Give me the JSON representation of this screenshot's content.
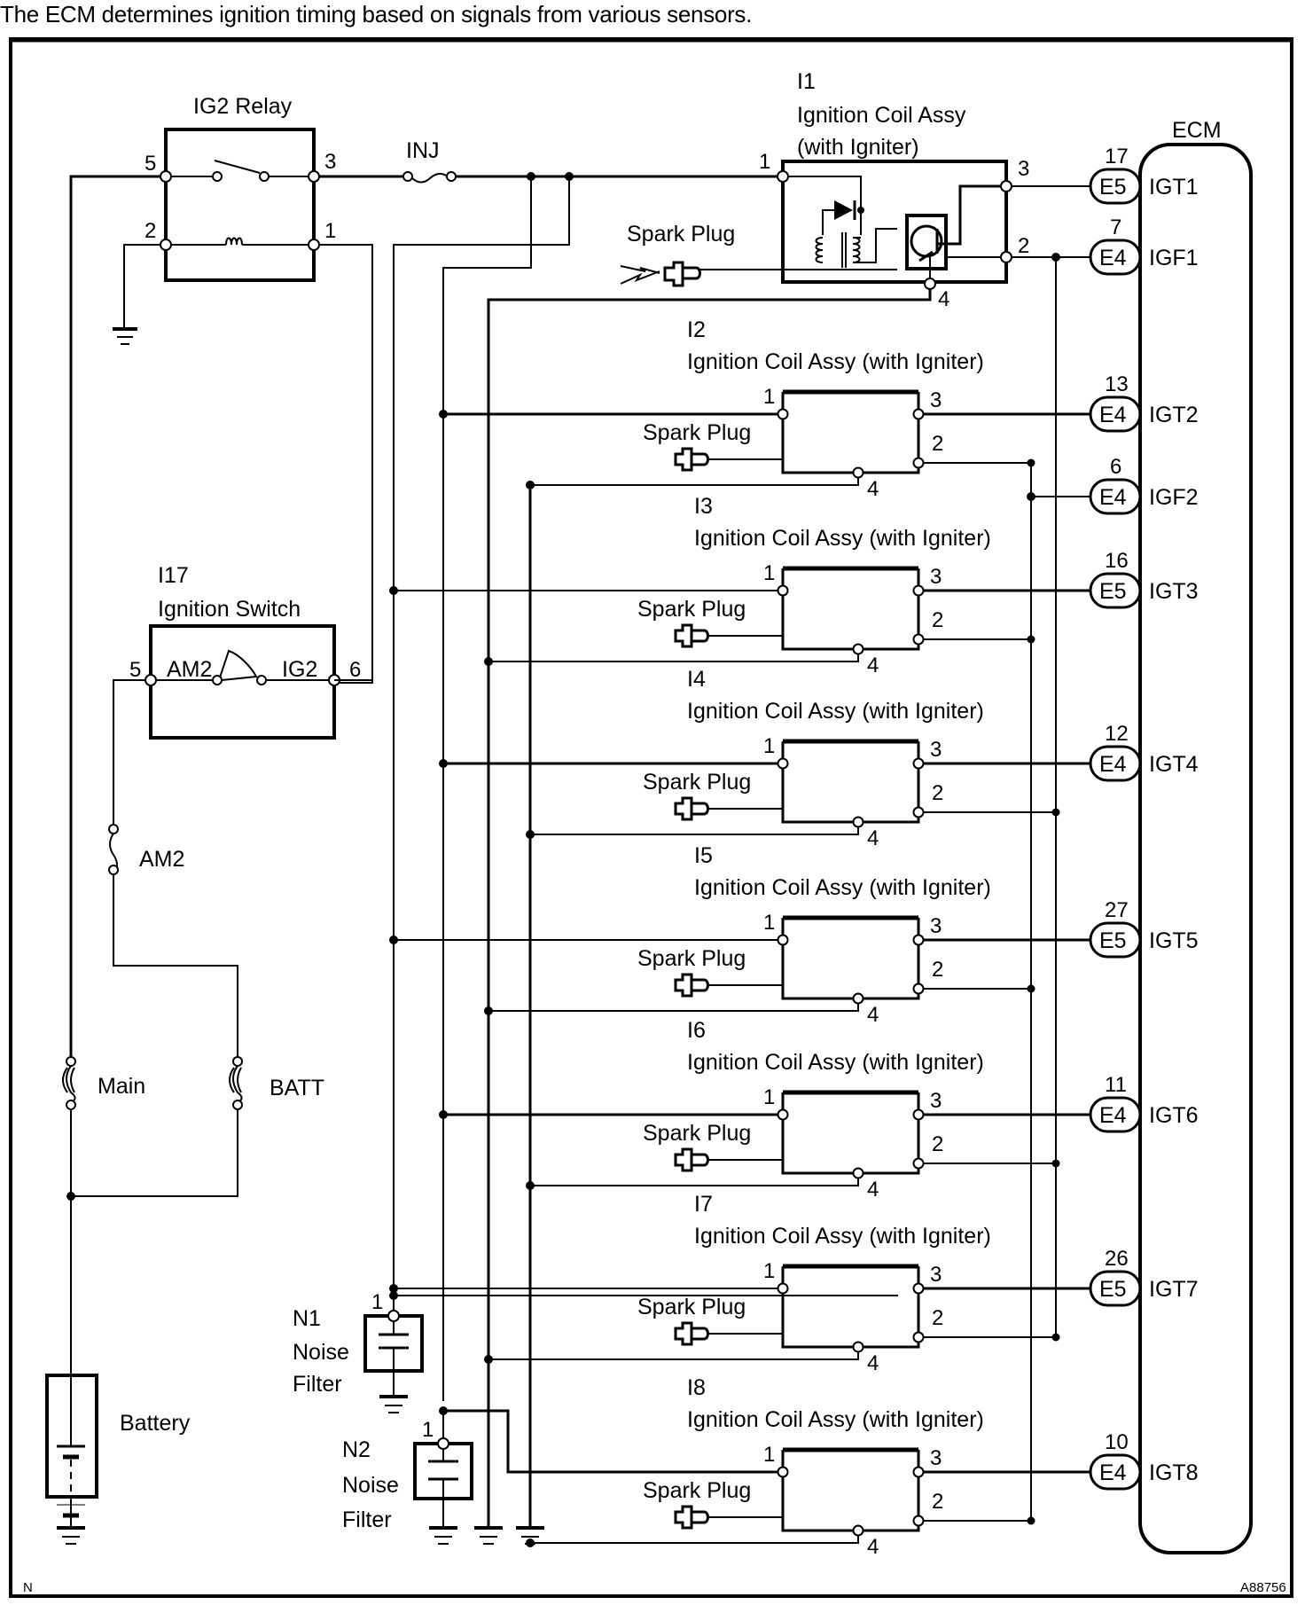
{
  "caption": "The ECM determines ignition timing based on signals from various sensors.",
  "figure_id": "A88756",
  "corner_mark": "N",
  "ig2_relay": {
    "title": "IG2 Relay",
    "pins": [
      "5",
      "3",
      "2",
      "1"
    ]
  },
  "inj_fuse": {
    "label": "INJ"
  },
  "ignition_switch": {
    "code": "I17",
    "title": "Ignition Switch",
    "left_contact": "AM2",
    "right_contact": "IG2",
    "pin_left": "5",
    "pin_right": "6"
  },
  "fuses": {
    "am2": "AM2",
    "main": "Main",
    "batt": "BATT"
  },
  "battery": {
    "label": "Battery"
  },
  "noise_filters": [
    {
      "code": "N1",
      "line1": "Noise",
      "line2": "Filter",
      "pin": "1"
    },
    {
      "code": "N2",
      "line1": "Noise",
      "line2": "Filter",
      "pin": "1"
    }
  ],
  "ecm": {
    "title": "ECM",
    "terminals": [
      {
        "pin": "17",
        "connector": "E5",
        "signal": "IGT1"
      },
      {
        "pin": "7",
        "connector": "E4",
        "signal": "IGF1"
      },
      {
        "pin": "13",
        "connector": "E4",
        "signal": "IGT2"
      },
      {
        "pin": "6",
        "connector": "E4",
        "signal": "IGF2"
      },
      {
        "pin": "16",
        "connector": "E5",
        "signal": "IGT3"
      },
      {
        "pin": "12",
        "connector": "E4",
        "signal": "IGT4"
      },
      {
        "pin": "27",
        "connector": "E5",
        "signal": "IGT5"
      },
      {
        "pin": "11",
        "connector": "E4",
        "signal": "IGT6"
      },
      {
        "pin": "26",
        "connector": "E5",
        "signal": "IGT7"
      },
      {
        "pin": "10",
        "connector": "E4",
        "signal": "IGT8"
      }
    ]
  },
  "coils": [
    {
      "code": "I1",
      "title_line1": "Ignition  Coil Assy",
      "title_line2": "(with Igniter)",
      "spark_plug": "Spark Plug",
      "pins": [
        "1",
        "3",
        "2",
        "4"
      ]
    },
    {
      "code": "I2",
      "title": "Ignition Coil Assy (with Igniter)",
      "spark_plug": "Spark Plug",
      "pins": [
        "1",
        "3",
        "2",
        "4"
      ]
    },
    {
      "code": "I3",
      "title": "Ignition Coil Assy (with Igniter)",
      "spark_plug": "Spark Plug",
      "pins": [
        "1",
        "3",
        "2",
        "4"
      ]
    },
    {
      "code": "I4",
      "title": "Ignition Coil Assy (with Igniter)",
      "spark_plug": "Spark Plug",
      "pins": [
        "1",
        "3",
        "2",
        "4"
      ]
    },
    {
      "code": "I5",
      "title": "Ignition Coil Assy (with Igniter)",
      "spark_plug": "Spark Plug",
      "pins": [
        "1",
        "3",
        "2",
        "4"
      ]
    },
    {
      "code": "I6",
      "title": "Ignition Coil Assy (with Igniter)",
      "spark_plug": "Spark Plug",
      "pins": [
        "1",
        "3",
        "2",
        "4"
      ]
    },
    {
      "code": "I7",
      "title": "Ignition Coil Assy (with Igniter)",
      "spark_plug": "Spark Plug",
      "pins": [
        "1",
        "3",
        "2",
        "4"
      ]
    },
    {
      "code": "I8",
      "title": "Ignition Coil Assy (with Igniter)",
      "spark_plug": "Spark Plug",
      "pins": [
        "1",
        "3",
        "2",
        "4"
      ]
    }
  ]
}
